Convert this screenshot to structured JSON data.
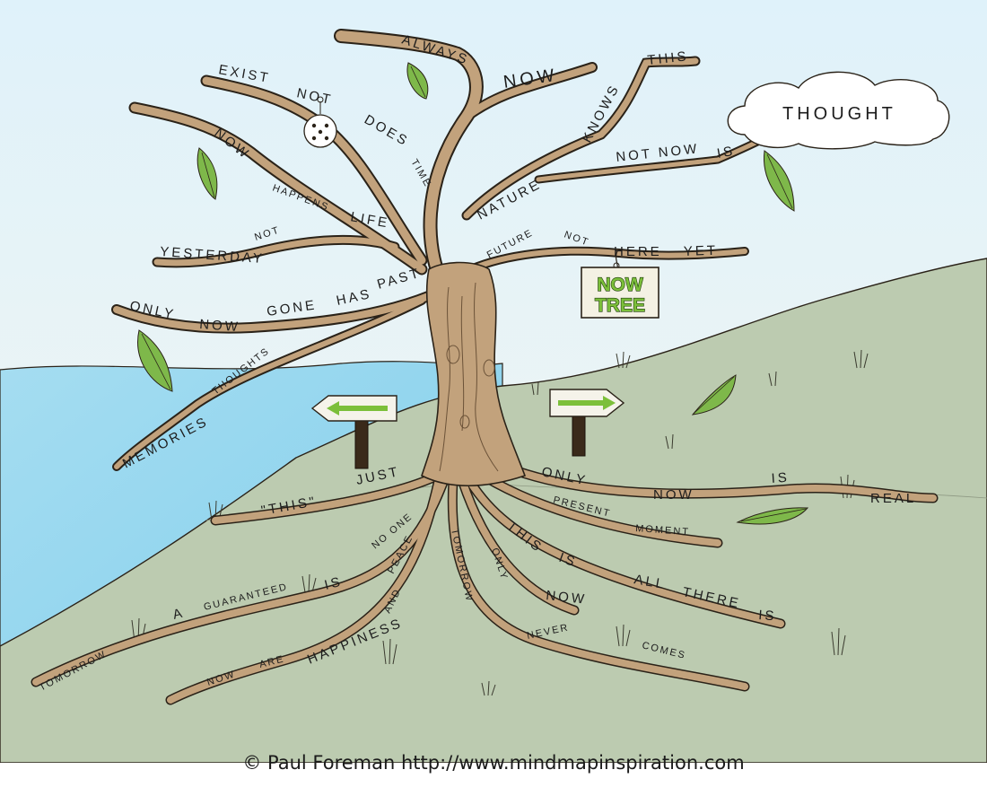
{
  "branches": {
    "always": "ALWAYS",
    "now_top": "NOW",
    "this_top": "THIS",
    "exist": "EXIST",
    "not_1": "NOT",
    "does": "DOES",
    "time": "TIME",
    "knows": "KNOWS",
    "nature": "NATURE",
    "not_now": "NOT NOW",
    "is_top": "IS",
    "now_left": "NOW",
    "happens": "HAPPENS",
    "life": "LIFE",
    "not_2": "NOT",
    "yesterday": "YESTERDAY",
    "future": "FUTURE",
    "not_3": "NOT",
    "here": "HERE",
    "yet": "YET",
    "only_left": "ONLY",
    "now_mid": "NOW",
    "gone": "GONE",
    "has": "HAS",
    "past": "PAST",
    "thoughts": "THOUGHTS",
    "memories": "MEMORIES"
  },
  "cloud": {
    "label": "THOUGHT"
  },
  "sign": {
    "line1": "NOW",
    "line2": "TREE"
  },
  "roots": {
    "just": "JUST",
    "this_quote": "\"THIS\"",
    "only_right": "ONLY",
    "now_right": "NOW",
    "is_right": "IS",
    "real": "REAL",
    "present": "PRESENT",
    "moment": "MOMENT",
    "this_root": "THIS",
    "is_root": "IS",
    "all": "ALL",
    "there": "THERE",
    "is_end": "IS",
    "only_root": "ONLY",
    "now_root": "NOW",
    "tomorrow_root": "TOMORROW",
    "never": "NEVER",
    "comes": "COMES",
    "no_one": "NO ONE",
    "peace": "PEACE",
    "and": "AND",
    "is_left": "IS",
    "guaranteed": "GUARANTEED",
    "a": "A",
    "tomorrow_left": "TOMORROW",
    "now_low": "NOW",
    "are": "ARE",
    "happiness": "HAPPINESS"
  },
  "credit": "© Paul Foreman http://www.mindmapinspiration.com",
  "colors": {
    "sky_top": "#dff2fa",
    "sky_bottom": "#f2f4f0",
    "water": "#8ed4ee",
    "hill": "#bccbb0",
    "trunk": "#c2a27c",
    "leaf": "#7eb84a",
    "outline": "#2a2218"
  }
}
